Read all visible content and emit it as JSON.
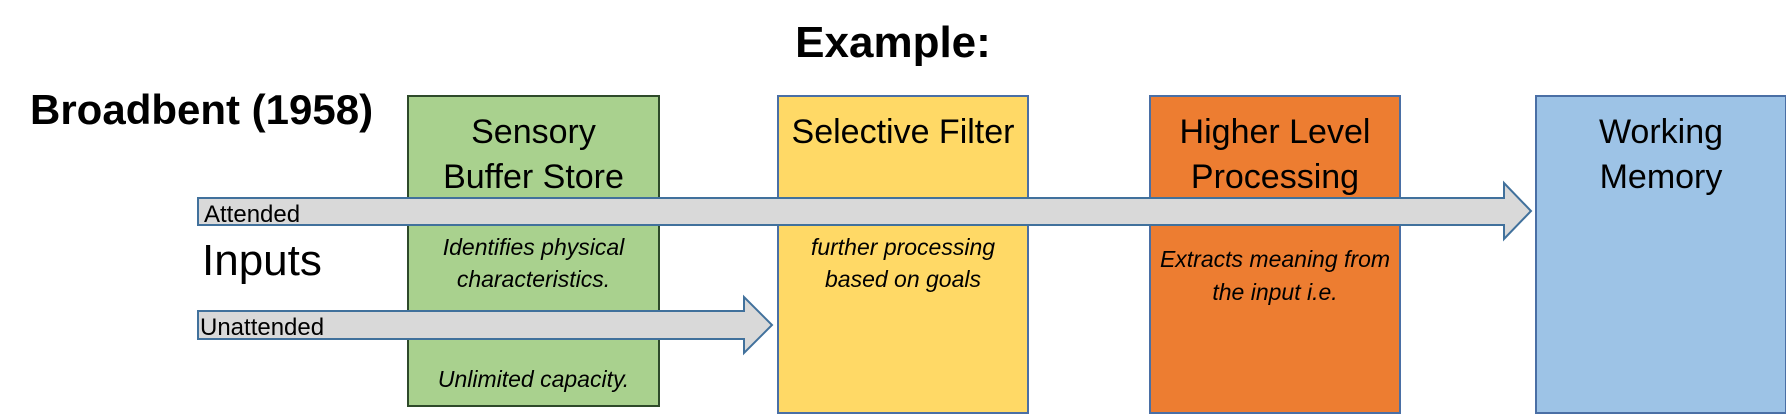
{
  "slide_title": "Example:",
  "model_title": "Broadbent (1958)",
  "stages": {
    "sensory": {
      "title_line1": "Sensory",
      "title_line2": "Buffer Store",
      "note1_line1": "Identifies physical",
      "note1_line2": "characteristics.",
      "note2": "Unlimited capacity.",
      "color": "#a9d18e"
    },
    "filter": {
      "title": "Selective Filter",
      "note_line1": "further processing",
      "note_line2": "based on goals",
      "color": "#ffd966"
    },
    "higher": {
      "title_line1": "Higher Level",
      "title_line2": "Processing",
      "note_line1": "Extracts meaning from",
      "note_line2": "the input i.e.",
      "color": "#ed7d31"
    },
    "memory": {
      "title_line1": "Working",
      "title_line2": "Memory",
      "color": "#9dc3e6"
    }
  },
  "inputs": {
    "label": "Inputs",
    "attended": "Attended",
    "unattended": "Unattended",
    "arrow_color": "#d9d9d9",
    "arrow_border": "#41719c"
  }
}
